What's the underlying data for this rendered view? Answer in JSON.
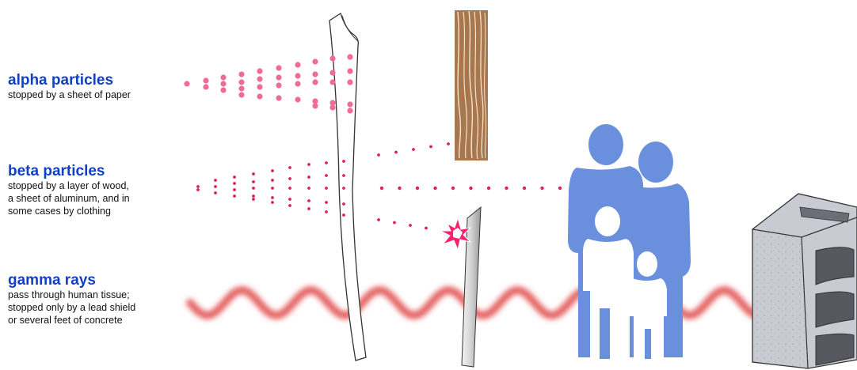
{
  "colors": {
    "heading_blue": "#1240c4",
    "alpha_pink": "#f06b95",
    "beta_red": "#e0205a",
    "gamma_red": "#e04848",
    "family_blue": "#6a8fdc",
    "wood_brown": "#a9774e",
    "concrete_gray": "#c9cbd3",
    "spark_pink": "#ff1f6e"
  },
  "alpha": {
    "title": "alpha particles",
    "desc": [
      "stopped by a sheet of paper"
    ]
  },
  "beta": {
    "title": "beta particles",
    "desc": [
      "stopped by a layer of wood,",
      "a sheet of aluminum, and in",
      "some cases by clothing"
    ]
  },
  "gamma": {
    "title": "gamma rays",
    "desc": [
      "pass through human tissue;",
      "stopped only by a lead shield",
      "or several feet of concrete"
    ]
  },
  "illustration": {
    "barriers": [
      "paper-sheet",
      "wood-plank",
      "aluminum-sheet",
      "human-family",
      "concrete-block"
    ],
    "icons": [
      "spark-icon"
    ]
  }
}
